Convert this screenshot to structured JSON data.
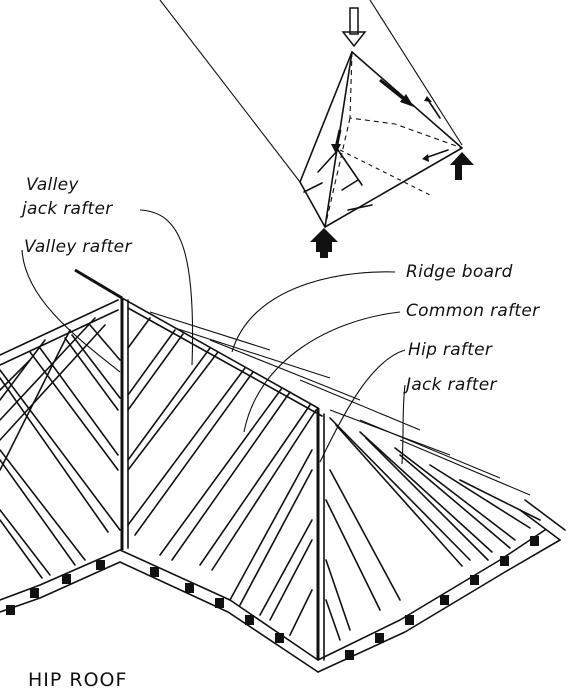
{
  "labels": {
    "valley_jack_line1": "Valley",
    "valley_jack_line2": "jack rafter",
    "valley_rafter": "Valley rafter",
    "ridge_board": "Ridge board",
    "common_rafter": "Common rafter",
    "hip_rafter": "Hip rafter",
    "jack_rafter": "Jack rafter"
  },
  "caption": "HIP ROOF",
  "colors": {
    "ink": "#111111",
    "paper": "#ffffff"
  }
}
